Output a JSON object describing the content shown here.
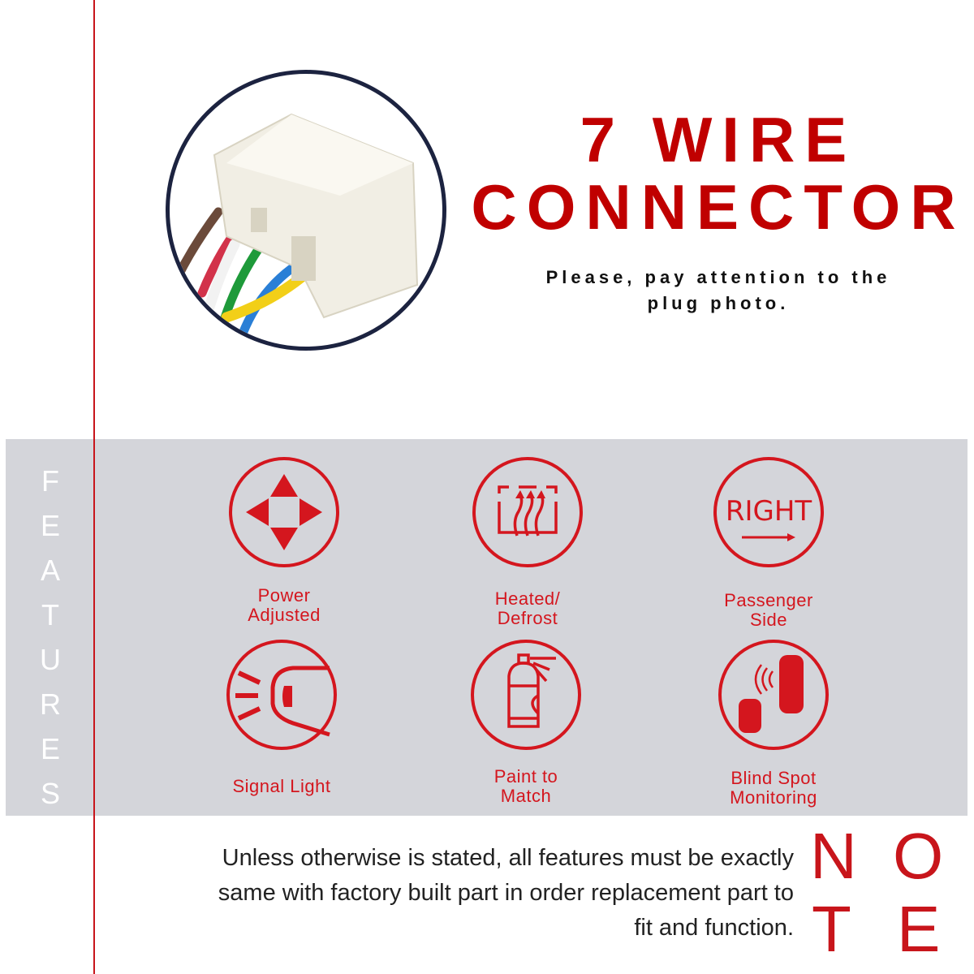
{
  "title": {
    "line1": "7 WIRE",
    "line2": "CONNECTOR"
  },
  "subtitle": {
    "line1": "Please, pay attention to the",
    "line2": "plug photo."
  },
  "features_heading": [
    "F",
    "E",
    "A",
    "T",
    "U",
    "R",
    "E",
    "S"
  ],
  "features": [
    {
      "icon": "power-adjust-arrows-icon",
      "label1": "Power",
      "label2": "Adjusted"
    },
    {
      "icon": "defrost-icon",
      "label1": "Heated/",
      "label2": "Defrost"
    },
    {
      "icon": "right-side-icon",
      "icon_text": "RIGHT",
      "label1": "Passenger",
      "label2": "Side"
    },
    {
      "icon": "signal-light-icon",
      "label1": "Signal Light",
      "label2": ""
    },
    {
      "icon": "paint-can-icon",
      "label1": "Paint to",
      "label2": "Match"
    },
    {
      "icon": "blind-spot-icon",
      "label1": "Blind Spot",
      "label2": "Monitoring"
    }
  ],
  "note": {
    "line1": "Unless otherwise is stated, all features must be exactly",
    "line2": "same with factory built part in order replacement part to",
    "line3": "fit and function.",
    "letters": [
      "N",
      "O",
      "T",
      "E"
    ]
  },
  "colors": {
    "accent": "#c00000",
    "band": "#d4d5da",
    "ring": "#1c2340"
  }
}
